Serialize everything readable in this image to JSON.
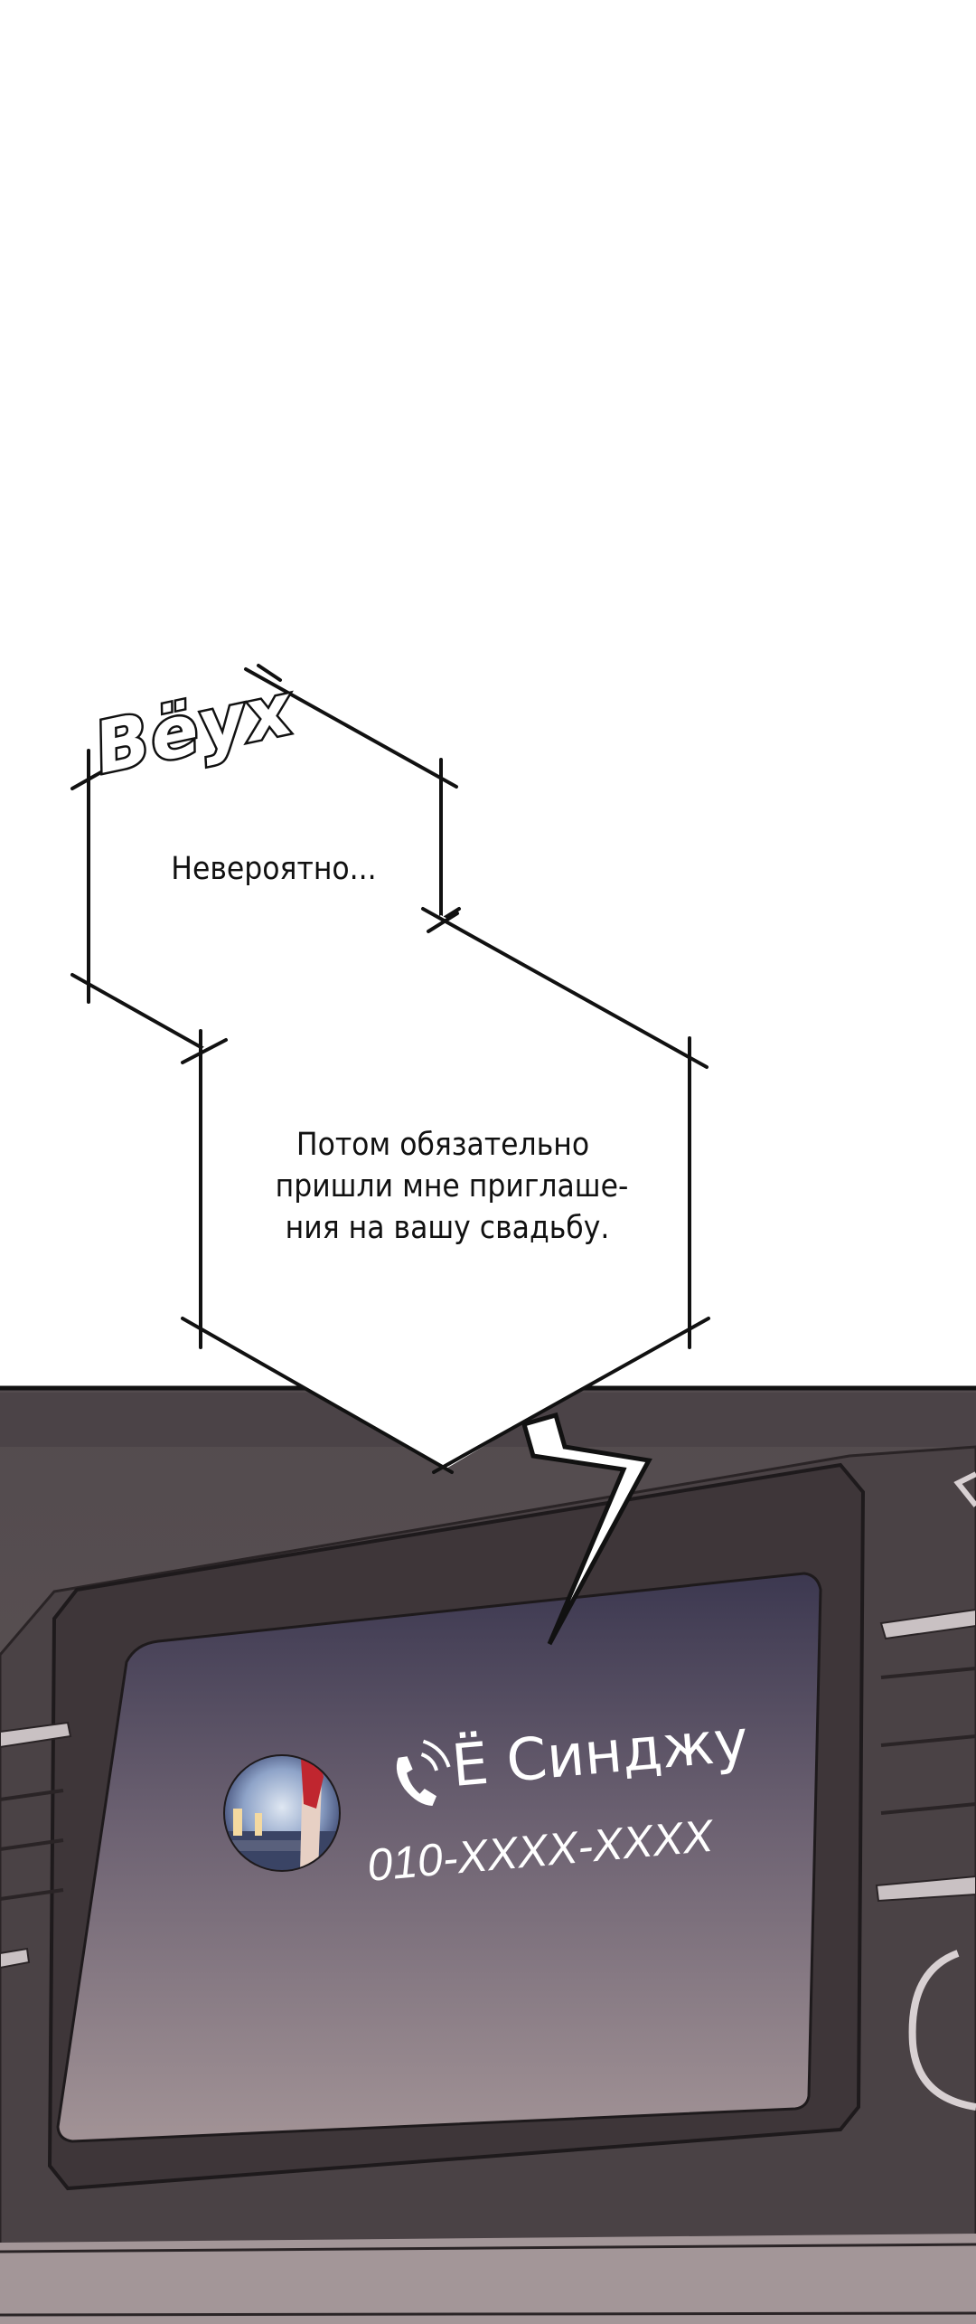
{
  "sound_effect": {
    "text": "Вёух"
  },
  "speech_bubbles": [
    {
      "lines": [
        "Невероятно..."
      ]
    },
    {
      "lines": [
        "Потом обязательно",
        "пришли мне приглаше-",
        "ния на вашу свадьбу."
      ]
    }
  ],
  "car_display": {
    "caller_name": "Ё Синджу",
    "caller_number": "010-XXXX-XXXX",
    "call_icon": "phone-ringing-icon",
    "avatar": "caller-avatar-photo"
  },
  "colors": {
    "page_background": "#ffffff",
    "dashboard": "#5a5052",
    "screen_top": "#3f3a52",
    "screen_bottom": "#9e8e92",
    "line": "#111111",
    "text_light": "#ffffff"
  }
}
